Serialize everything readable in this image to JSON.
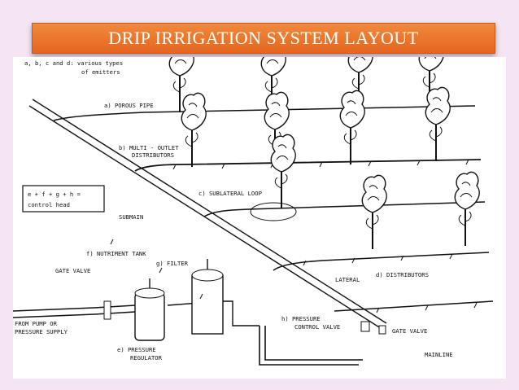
{
  "title": "DRIP IRRIGATION SYSTEM LAYOUT",
  "diagram": {
    "note_line1": "a, b, c and d: various types",
    "note_line2": "of emitters",
    "control_box_line1": "e + f + g + h =",
    "control_box_line2": "control head",
    "labels": {
      "porous_pipe": "a)  POROUS PIPE",
      "multi_outlet_1": "b)  MULTI - OUTLET",
      "multi_outlet_2": "DISTRIBUTORS",
      "sublateral_loop": "c)  SUBLATERAL LOOP",
      "submain": "SUBMAIN",
      "nutriment_tank": "f)  NUTRIMENT TANK",
      "filter": "g)  FILTER",
      "gate_valve_left": "GATE VALVE",
      "from_pump_1": "FROM PUMP OR",
      "from_pump_2": "PRESSURE SUPPLY",
      "pressure_regulator_1": "e)  PRESSURE",
      "pressure_regulator_2": "REGULATOR",
      "lateral": "LATERAL",
      "distributors": "d)  DISTRIBUTORS",
      "pressure_control_1": "h)  PRESSURE",
      "pressure_control_2": "CONTROL VALVE",
      "gate_valve_right": "GATE VALVE",
      "mainline": "MAINLINE"
    }
  }
}
